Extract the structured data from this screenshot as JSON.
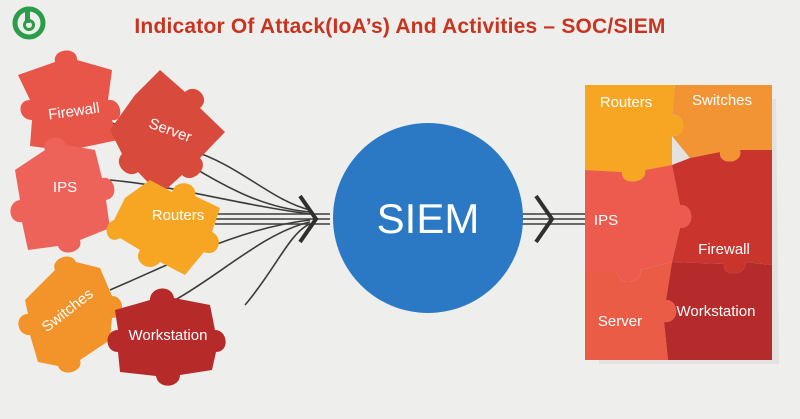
{
  "header": {
    "title": "Indicator Of Attack(IoA’s) And Activities – SOC/SIEM",
    "title_color": "#c8341f"
  },
  "brand": {
    "logo_icon": "b-logo-icon",
    "logo_color": "#2a9d4a"
  },
  "diagram": {
    "hub_label": "SIEM",
    "hub_color": "#2b79c5",
    "inputs": [
      {
        "label": "Firewall",
        "color": "#e8564a"
      },
      {
        "label": "Server",
        "color": "#d84a3c"
      },
      {
        "label": "IPS",
        "color": "#ed6259"
      },
      {
        "label": "Routers",
        "color": "#f6a623"
      },
      {
        "label": "Switches",
        "color": "#f2942a"
      },
      {
        "label": "Workstation",
        "color": "#b62a2a"
      }
    ],
    "output_tiles": [
      {
        "label": "Routers",
        "color": "#f6a623"
      },
      {
        "label": "Switches",
        "color": "#f39434"
      },
      {
        "label": "IPS",
        "color": "#ec5b4d"
      },
      {
        "label": "Firewall",
        "color": "#c9352c"
      },
      {
        "label": "Server",
        "color": "#ea5c46"
      },
      {
        "label": "Workstation",
        "color": "#b52b2b"
      }
    ]
  }
}
